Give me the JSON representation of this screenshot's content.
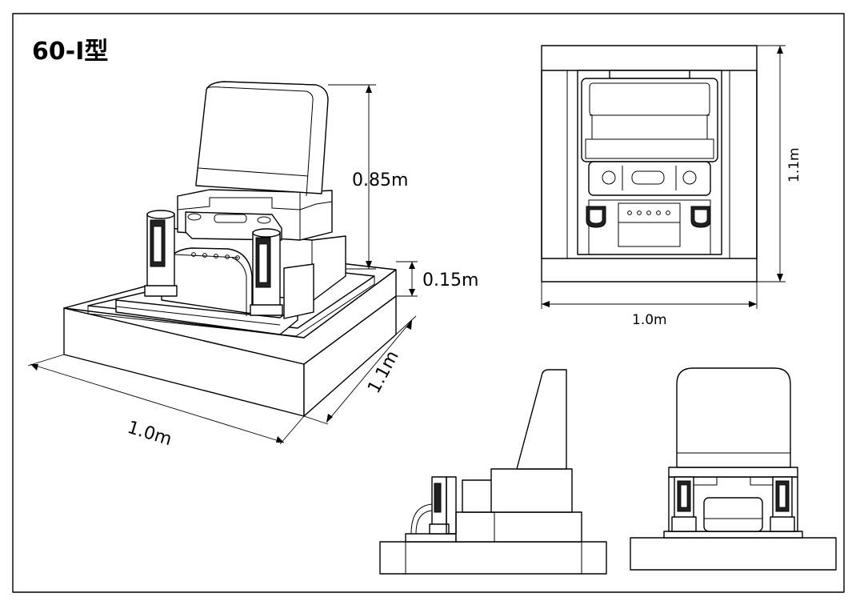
{
  "title": "60-Ⅰ型",
  "dimensions": {
    "height_stone": "0.85m",
    "height_base": "0.15m",
    "width": "1.0m",
    "depth": "1.1m"
  },
  "views": [
    "isometric",
    "plan",
    "side",
    "front"
  ]
}
